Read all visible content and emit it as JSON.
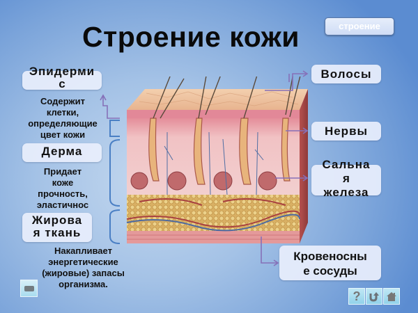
{
  "header": {
    "title": "Строение кожи",
    "top_button_label": "строение"
  },
  "left_labels": [
    {
      "name": "Эпидерми",
      "overflow": "с",
      "description": [
        "Содержит",
        "клетки,",
        "определяющие",
        "цвет кожи"
      ]
    },
    {
      "name": "Дерма",
      "description": [
        "Придает",
        "коже",
        "прочность,",
        "эластичнос"
      ]
    },
    {
      "name": "Жирова",
      "overflow": "я ткань",
      "description": [
        "Накапливает",
        "энергетические",
        "(жировые) запасы",
        "организма."
      ]
    }
  ],
  "right_labels": [
    {
      "lines": [
        "Волосы"
      ]
    },
    {
      "lines": [
        "Нервы"
      ]
    },
    {
      "lines": [
        "Сальна",
        "я",
        "железа"
      ]
    },
    {
      "lines": [
        "Кровеносны",
        "е сосуды"
      ]
    }
  ],
  "nav": {
    "help_icon": "question-icon",
    "back_icon": "return-arrow-icon",
    "home_icon": "house-icon",
    "film_icon": "video-icon"
  },
  "colors": {
    "bg_center": "#c4d8ef",
    "bg_edge": "#5b8cd1",
    "label_bg": "#e8eefc",
    "bracket_blue": "#4a7fc4",
    "arrow_purple": "#8670b8"
  }
}
